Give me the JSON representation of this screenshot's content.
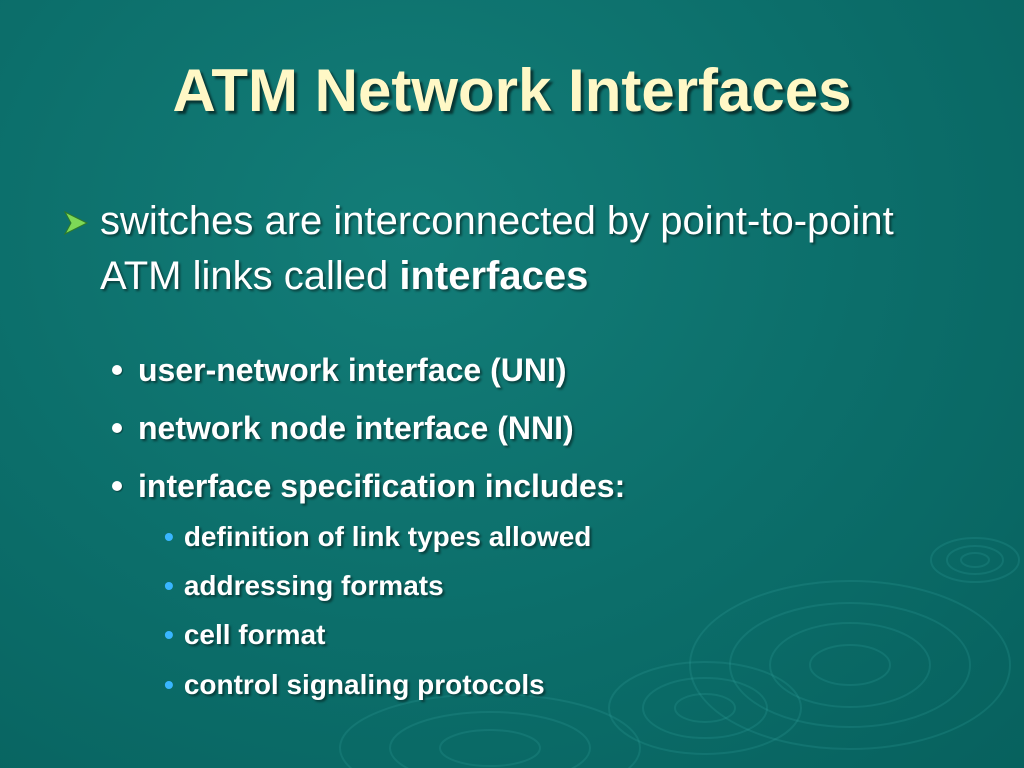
{
  "slide": {
    "title": "ATM Network Interfaces",
    "bullet1": {
      "text": "switches are interconnected by point-to-point ATM links called ",
      "emphasis": "interfaces"
    },
    "sub_bullets": [
      "user-network interface (UNI)",
      "network node interface (NNI)",
      "interface specification includes:"
    ],
    "sub_sub_bullets": [
      "definition of link types allowed",
      "addressing formats",
      "cell format",
      "control signaling protocols"
    ],
    "bullet_glyph_level3": "•",
    "icons": {
      "level1_bullet": "arrow-chevron-icon",
      "level2_bullet": "round-dot-icon"
    },
    "colors": {
      "background": "#0c6f6b",
      "title": "#fff8c6",
      "text": "#ffffff",
      "level1_arrow": "#7ed957",
      "level3_bullet": "#39b6ff"
    }
  }
}
